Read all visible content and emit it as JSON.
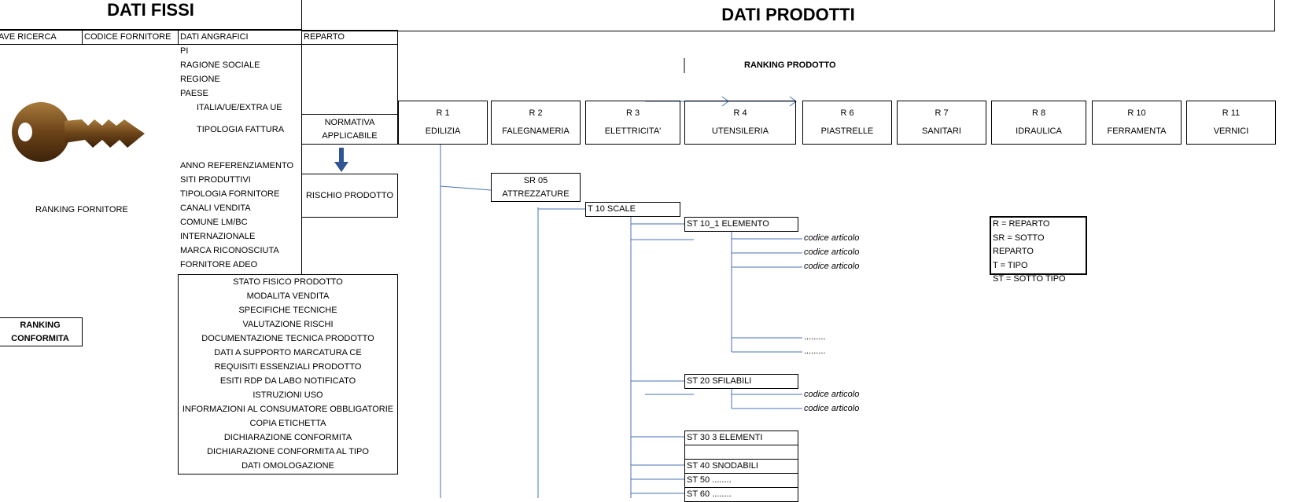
{
  "headers": {
    "fixed": "DATI FISSI",
    "products": "DATI PRODOTTI"
  },
  "columns": {
    "search_key": "AVE RICERCA",
    "supplier_code": "CODICE FORNITORE",
    "personal_data": "DATI ANGRAFICI",
    "department": "REPARTO"
  },
  "personal_fields": [
    "PI",
    "RAGIONE SOCIALE",
    "REGIONE",
    "PAESE",
    "ITALIA/UE/EXTRA UE",
    "TIPOLOGIA FATTURA"
  ],
  "supplier_fields": [
    "ANNO REFERENZIAMENTO",
    "SITI PRODUTTIVI",
    "TIPOLOGIA FORNITORE",
    "CANALI VENDITA",
    "COMUNE LM/BC",
    "INTERNAZIONALE",
    "MARCA RICONOSCIUTA",
    "FORNITORE ADEO"
  ],
  "ranking_supplier": "RANKING FORNITORE",
  "ranking_compliance": [
    "RANKING",
    "CONFORMITA"
  ],
  "normativa": [
    "NORMATIVA",
    "APPLICABILE"
  ],
  "risk": "RISCHIO PRODOTTO",
  "conformity_fields": [
    "STATO FISICO PRODOTTO",
    "MODALITA VENDITA",
    "SPECIFICHE TECNICHE",
    "VALUTAZIONE RISCHI",
    "DOCUMENTAZIONE TECNICA PRODOTTO",
    "DATI A SUPPORTO MARCATURA CE",
    "REQUISITI ESSENZIALI PRODOTTO",
    "ESITI RDP DA LABO NOTIFICATO",
    "ISTRUZIONI USO",
    "INFORMAZIONI AL CONSUMATORE OBBLIGATORIE",
    "COPIA ETICHETTA",
    "DICHIARAZIONE CONFORMITA",
    "DICHIARAZIONE CONFORMITA AL TIPO",
    "DATI OMOLOGAZIONE"
  ],
  "ranking_product": "RANKING PRODOTTO",
  "departments": [
    {
      "code": "R 1",
      "name": "EDILIZIA"
    },
    {
      "code": "R 2",
      "name": "FALEGNAMERIA"
    },
    {
      "code": "R 3",
      "name": "ELETTRICITA'"
    },
    {
      "code": "R 4",
      "name": "UTENSILERIA"
    },
    {
      "code": "R 6",
      "name": "PIASTRELLE"
    },
    {
      "code": "R 7",
      "name": "SANITARI"
    },
    {
      "code": "R 8",
      "name": "IDRAULICA"
    },
    {
      "code": "R 10",
      "name": "FERRAMENTA"
    },
    {
      "code": "R 11",
      "name": "VERNICI"
    }
  ],
  "subdept": [
    "SR 05",
    "ATTREZZATURE"
  ],
  "type": "T 10 SCALE",
  "subtypes": [
    "ST 10_1 ELEMENTO",
    "ST 20 SFILABILI",
    "ST 30 3 ELEMENTI",
    "ST 40 SNODABILI",
    "ST 50 ........",
    "ST 60 ........"
  ],
  "article_code": "codice articolo",
  "dots": ".........",
  "legend": [
    "R = REPARTO",
    "SR = SOTTO REPARTO",
    "T = TIPO",
    "ST = SOTTO TIPO"
  ],
  "key_icon": "key-icon",
  "arrow_icon": "arrow-down-icon"
}
